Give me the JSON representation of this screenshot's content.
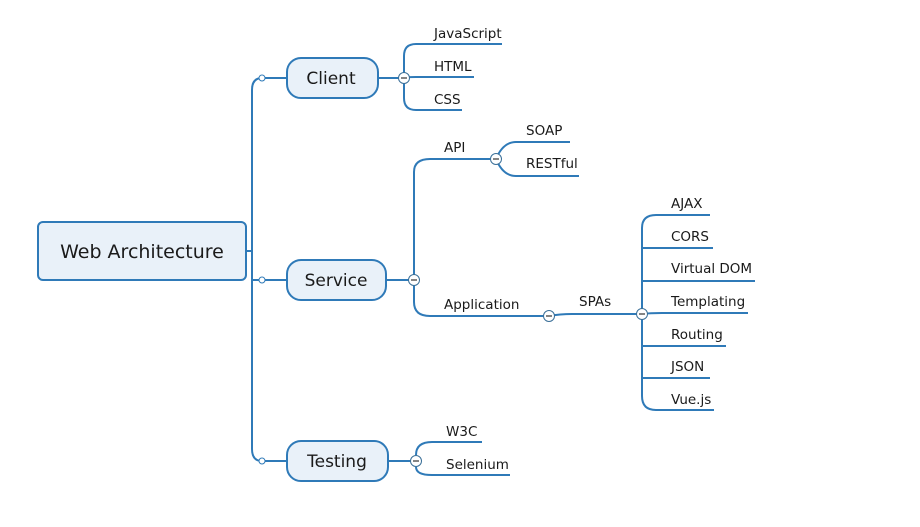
{
  "diagram": {
    "root": "Web Architecture",
    "branches": {
      "client": {
        "label": "Client",
        "children": [
          "JavaScript",
          "HTML",
          "CSS"
        ]
      },
      "service": {
        "label": "Service",
        "api": {
          "label": "API",
          "children": [
            "SOAP",
            "RESTful"
          ]
        },
        "application": {
          "label": "Application",
          "spas": {
            "label": "SPAs",
            "children": [
              "AJAX",
              "CORS",
              "Virtual DOM",
              "Templating",
              "Routing",
              "JSON",
              "Vue.js"
            ]
          }
        }
      },
      "testing": {
        "label": "Testing",
        "children": [
          "W3C",
          "Selenium"
        ]
      }
    }
  },
  "colors": {
    "line": "#2f7ab8",
    "box_fill": "#e9f1f9"
  }
}
